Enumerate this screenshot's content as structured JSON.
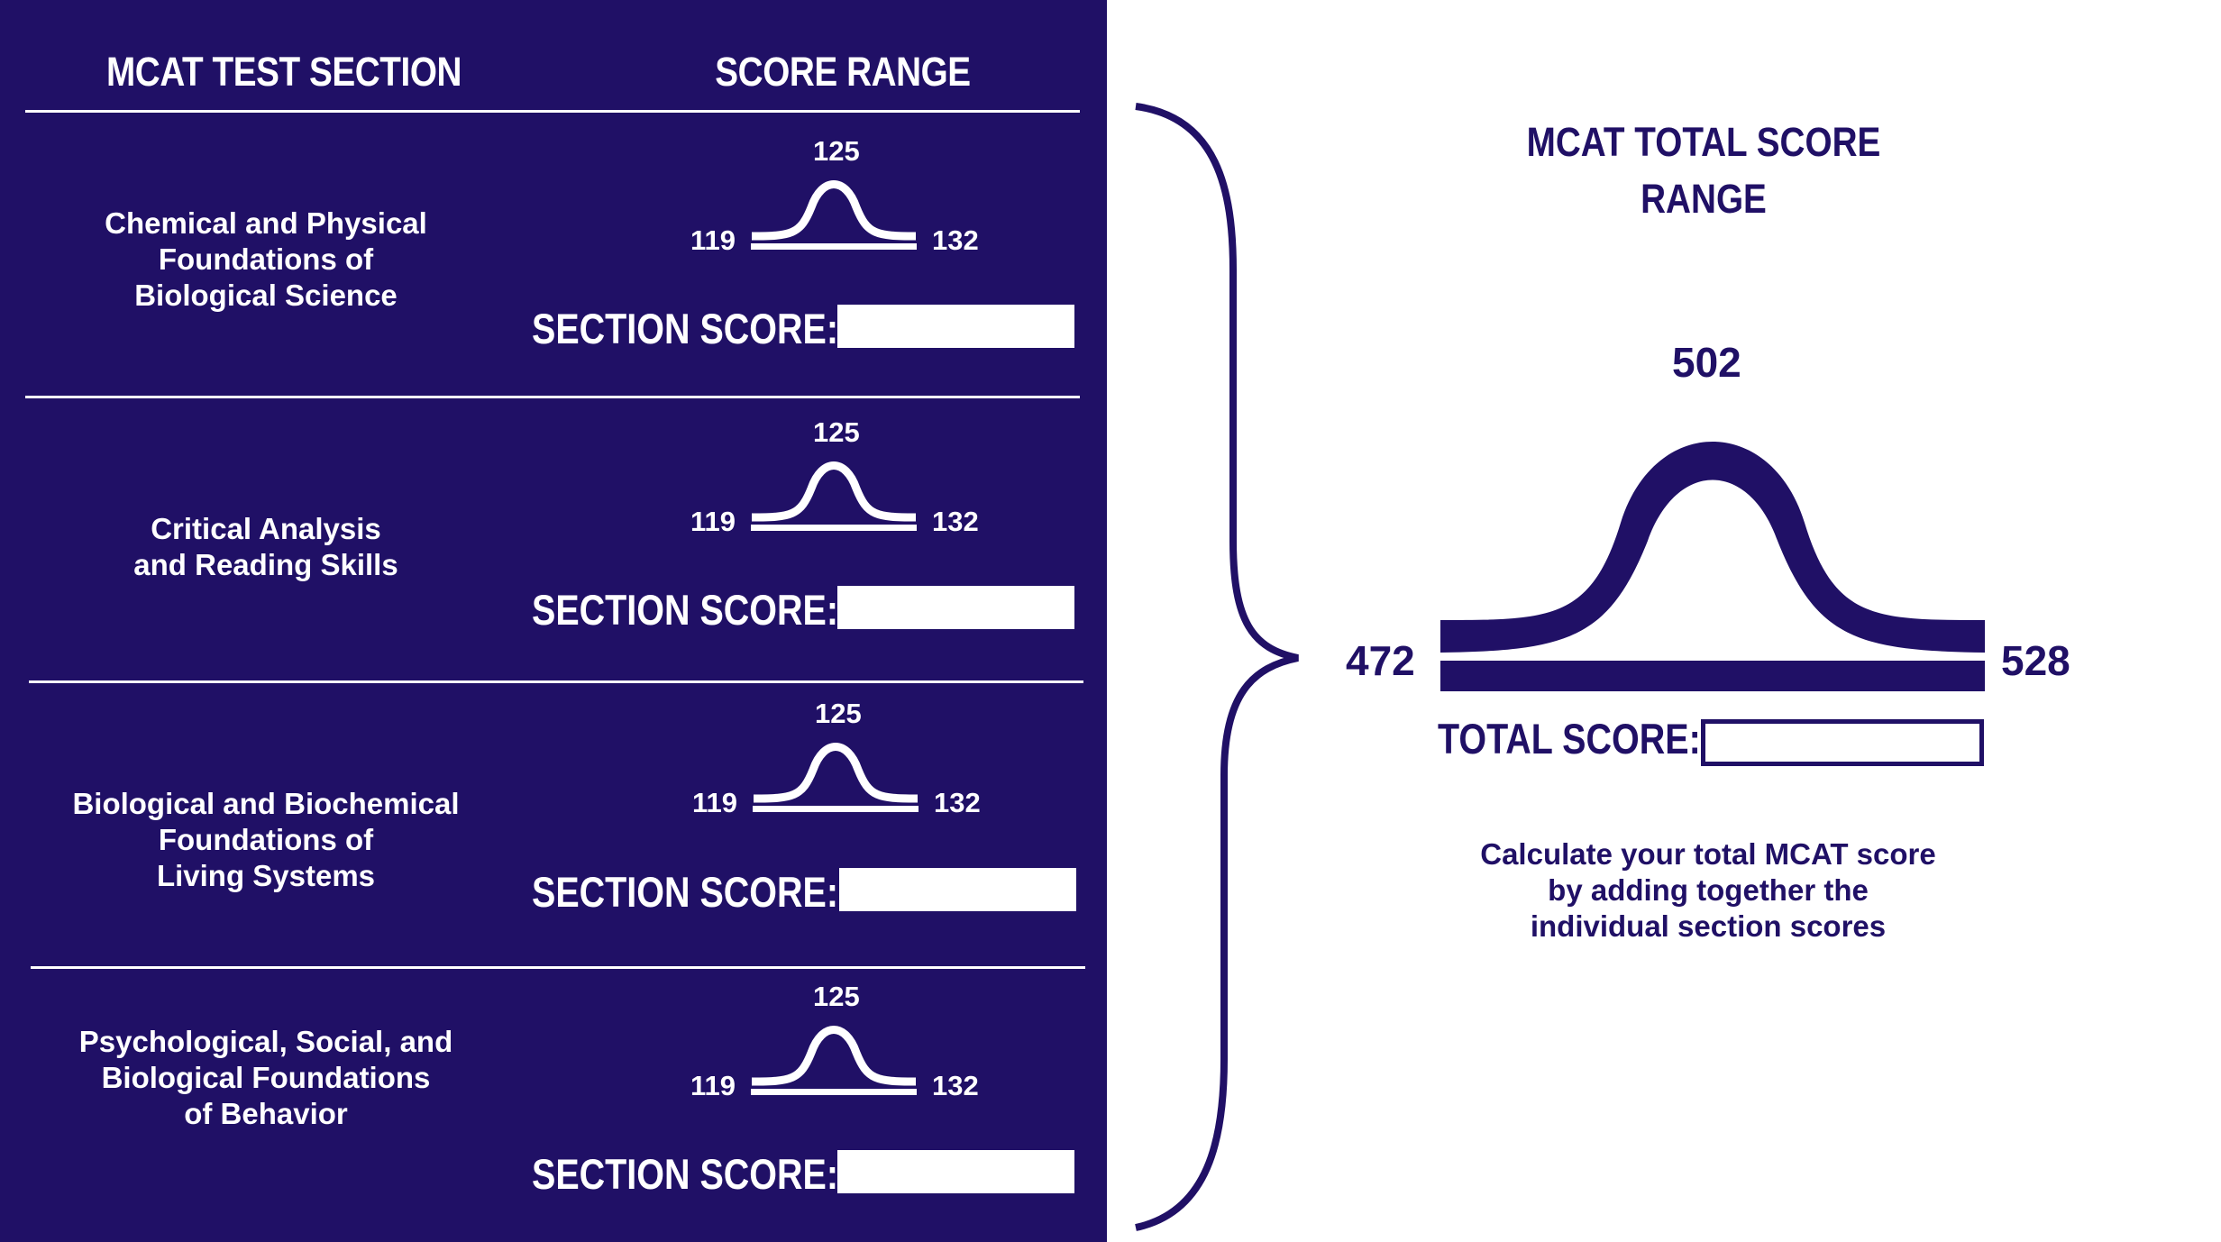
{
  "header": {
    "section_col": "MCAT TEST SECTION",
    "range_col": "SCORE RANGE"
  },
  "sections": [
    {
      "name": "Chemical and Physical\nFoundations of\nBiological Science",
      "min": "119",
      "mid": "125",
      "max": "132",
      "score_label": "SECTION SCORE:",
      "score_value": ""
    },
    {
      "name": "Critical Analysis\nand Reading Skills",
      "min": "119",
      "mid": "125",
      "max": "132",
      "score_label": "SECTION SCORE:",
      "score_value": ""
    },
    {
      "name": "Biological and Biochemical\nFoundations of\nLiving Systems",
      "min": "119",
      "mid": "125",
      "max": "132",
      "score_label": "SECTION SCORE:",
      "score_value": ""
    },
    {
      "name": "Psychological, Social, and\nBiological Foundations\nof Behavior",
      "min": "119",
      "mid": "125",
      "max": "132",
      "score_label": "SECTION SCORE:",
      "score_value": ""
    }
  ],
  "total": {
    "title": "MCAT TOTAL SCORE\nRANGE",
    "min": "472",
    "mid": "502",
    "max": "528",
    "score_label": "TOTAL SCORE:",
    "score_value": "",
    "note": "Calculate your total MCAT score\nby adding together the\nindividual section scores"
  },
  "colors": {
    "navy": "#201066",
    "white": "#ffffff"
  }
}
